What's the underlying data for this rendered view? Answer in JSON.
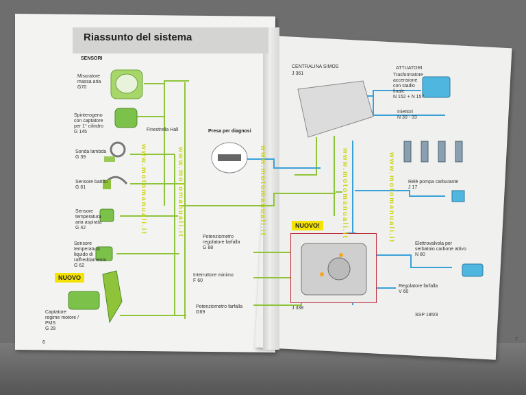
{
  "left_page": {
    "title": "Riassunto del sistema",
    "section": "SENSORI",
    "page_number": "6",
    "new_badge": "NUOVO",
    "sensors": [
      {
        "label": "Misuratore\nmassa aria\nG70"
      },
      {
        "label": "Spinterogeno\ncon captatore\nper 1° cilindro\nG 145"
      },
      {
        "label": "Sonda lambda\nG 39"
      },
      {
        "label": "Sensore battito\nG 61"
      },
      {
        "label": "Sensore\ntemperatura\naria aspirata\nG 42"
      },
      {
        "label": "Sensore\ntemperatura\nliquido di\nraffreddamento\nG 62"
      },
      {
        "label": "Captatore\nregime motore /\nPMS\nG 28"
      }
    ],
    "hall_window": "Finestrella Hall",
    "diag_socket": "Presa per diagnosi",
    "throttle_items": [
      {
        "label": "Potenziometro\nregolatore farfalla\nG 88"
      },
      {
        "label": "Interruttore minimo\nF 60"
      },
      {
        "label": "Potenziometro farfalla\nG69"
      }
    ]
  },
  "right_page": {
    "ecu_title": "CENTRALINA SIMOS",
    "ecu_code": "J 361",
    "actuators_title": "ATTUATORI",
    "new_badge": "NUOVO!",
    "actuators": [
      {
        "label": "Trasformatore\naccensione\ncon stadio\nfinale\nN 152 + N 157"
      },
      {
        "label": "Iniettori\nN 30 - 33"
      },
      {
        "label": "Relè pompa carburante\nJ 17"
      },
      {
        "label": "Elettrovalvola per\nserbatoio carbone attivo\nN 80"
      }
    ],
    "throttle_actuator": "Regolatore farfalla\nV 60",
    "throttle_unit_code": "J 338",
    "ssp": "SSP 185/3",
    "page_number": "7"
  },
  "watermark": "www.motomanuali.it",
  "colors": {
    "wire_green": "#8fc43a",
    "wire_blue": "#3aa0d8",
    "badge_yellow": "#f4e200",
    "box_red": "#c0303e"
  }
}
